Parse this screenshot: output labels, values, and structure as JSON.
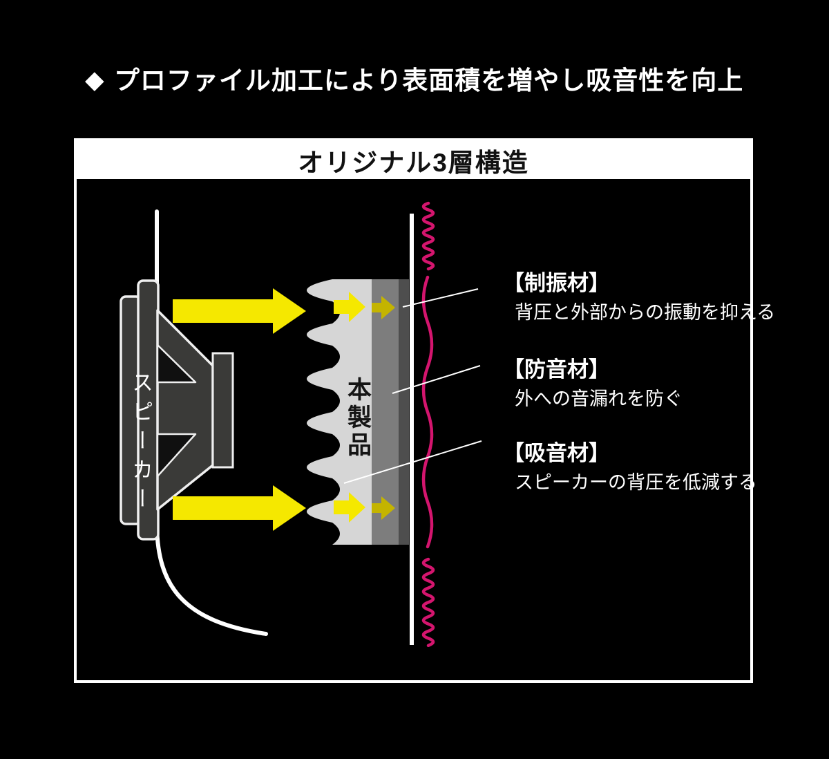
{
  "heading": {
    "icon": "◆",
    "text": "プロファイル加工により表面積を増やし吸音性を向上"
  },
  "panel": {
    "title": "オリジナル3層構造"
  },
  "diagram": {
    "speaker_label": "スピーカー",
    "product_label": "本製品",
    "callouts": [
      {
        "heading": "【制振材】",
        "description": "背圧と外部からの振動を抑える"
      },
      {
        "heading": "【防音材】",
        "description": "外への音漏れを防ぐ"
      },
      {
        "heading": "【吸音材】",
        "description": "スピーカーの背圧を低減する"
      }
    ],
    "colors": {
      "background": "#000000",
      "accent_yellow": "#f5e800",
      "accent_yellow_dark": "#c4b400",
      "pink": "#d4156e",
      "layer_light": "#d6d6d6",
      "layer_mid": "#7d7d7d",
      "layer_dark": "#4e4e4e",
      "speaker_gray": "#3a3a38"
    }
  }
}
